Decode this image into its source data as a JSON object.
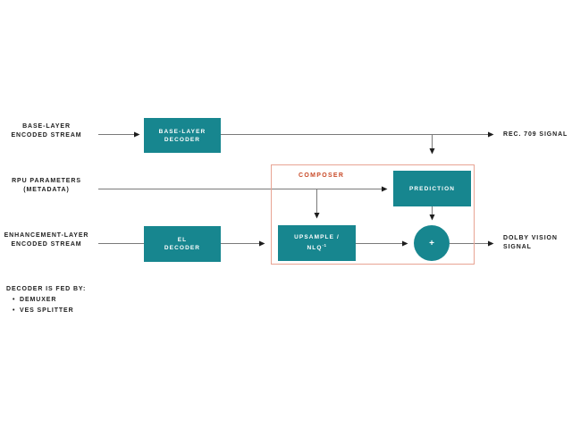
{
  "labels": {
    "base_stream": {
      "line1": "BASE-LAYER",
      "line2": "ENCODED STREAM"
    },
    "rpu": {
      "line1": "RPU PARAMETERS",
      "line2": "(METADATA)"
    },
    "enhancement_stream": {
      "line1": "ENHANCEMENT-LAYER",
      "line2": "ENCODED STREAM"
    },
    "rec709": "REC. 709 SIGNAL",
    "dolby_vision": {
      "line1": "DOLBY VISION",
      "line2": "SIGNAL"
    }
  },
  "blocks": {
    "base_decoder": {
      "line1": "BASE-LAYER",
      "line2": "DECODER"
    },
    "el_decoder": {
      "line1": "EL",
      "line2": "DECODER"
    },
    "prediction": "PREDICTION",
    "upsample": {
      "line1": "UPSAMPLE /",
      "line2_base": "NLQ",
      "line2_sup": "-1"
    },
    "sum": "+"
  },
  "composer": {
    "label": "COMPOSER"
  },
  "footnote": {
    "heading": "DECODER IS FED BY:",
    "bullet": "•",
    "items": [
      "DEMUXER",
      "VES SPLITTER"
    ]
  },
  "colors": {
    "block_teal": "#17868F",
    "composer_border": "#E8A493",
    "composer_label": "#C94A28",
    "connector_line": "#7A7A7A",
    "arrowhead": "#1D1D1D",
    "text": "#1D1D1D",
    "background": "#FFFFFF"
  }
}
